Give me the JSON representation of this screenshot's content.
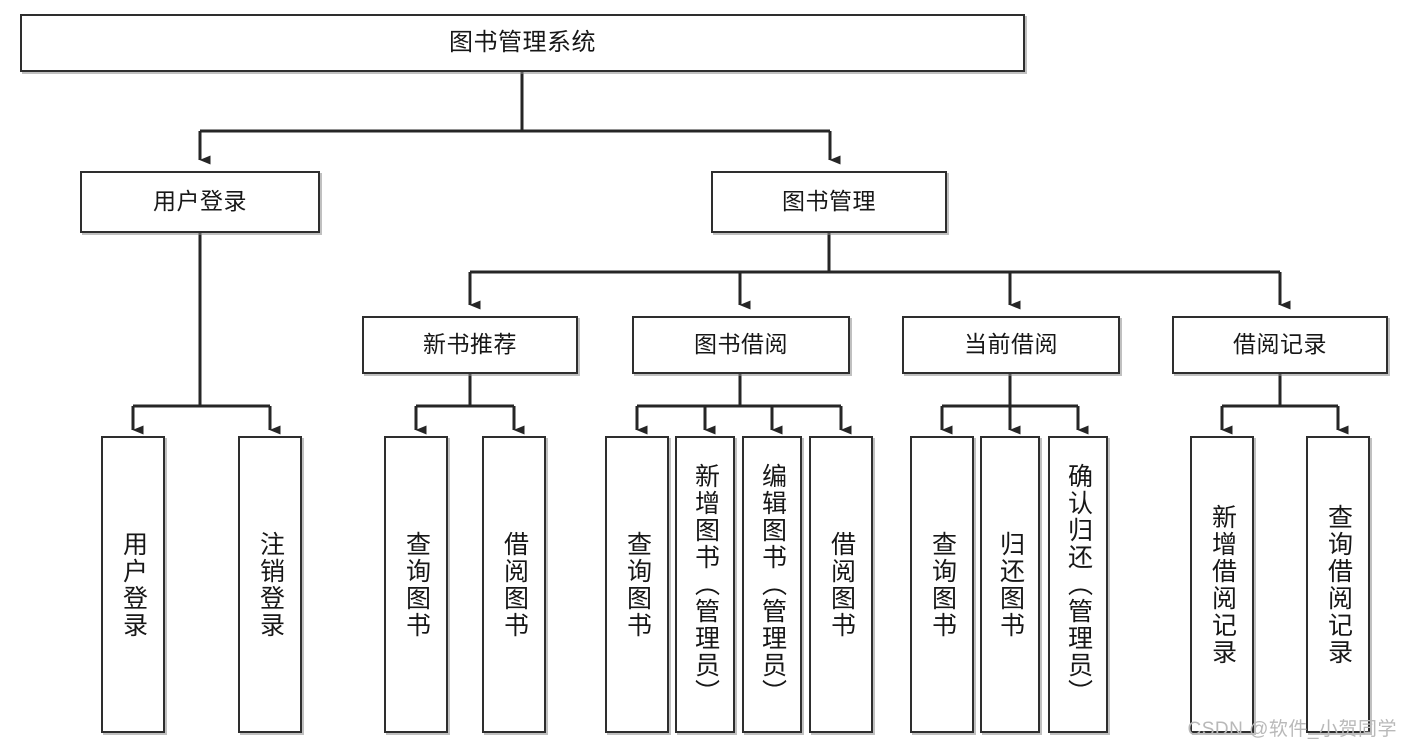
{
  "diagram": {
    "title": "图书管理系统",
    "type": "hierarchy-tree",
    "levels": 4,
    "root": {
      "id": "root",
      "label": "图书管理系统"
    },
    "level2": [
      {
        "id": "user-login",
        "label": "用户登录"
      },
      {
        "id": "book-management",
        "label": "图书管理"
      }
    ],
    "level3": [
      {
        "id": "new-book-recommend",
        "label": "新书推荐",
        "parent": "book-management"
      },
      {
        "id": "book-borrow",
        "label": "图书借阅",
        "parent": "book-management"
      },
      {
        "id": "current-borrow",
        "label": "当前借阅",
        "parent": "book-management"
      },
      {
        "id": "borrow-record",
        "label": "借阅记录",
        "parent": "book-management"
      }
    ],
    "leaves": [
      {
        "id": "leaf-user-login",
        "label": "用户登录",
        "parent": "user-login"
      },
      {
        "id": "leaf-logout-login",
        "label": "注销登录",
        "parent": "user-login"
      },
      {
        "id": "leaf-query-book-1",
        "label": "查询图书",
        "parent": "new-book-recommend"
      },
      {
        "id": "leaf-borrow-book-1",
        "label": "借阅图书",
        "parent": "new-book-recommend"
      },
      {
        "id": "leaf-query-book-2",
        "label": "查询图书",
        "parent": "book-borrow"
      },
      {
        "id": "leaf-add-book",
        "label": "新增图书（管理员）",
        "parent": "book-borrow"
      },
      {
        "id": "leaf-edit-book",
        "label": "编辑图书（管理员）",
        "parent": "book-borrow"
      },
      {
        "id": "leaf-borrow-book-2",
        "label": "借阅图书",
        "parent": "book-borrow"
      },
      {
        "id": "leaf-query-book-3",
        "label": "查询图书",
        "parent": "current-borrow"
      },
      {
        "id": "leaf-return-book",
        "label": "归还图书",
        "parent": "current-borrow"
      },
      {
        "id": "leaf-confirm-return",
        "label": "确认归还（管理员）",
        "parent": "current-borrow"
      },
      {
        "id": "leaf-add-record",
        "label": "新增借阅记录",
        "parent": "borrow-record"
      },
      {
        "id": "leaf-query-record",
        "label": "查询借阅记录",
        "parent": "borrow-record"
      }
    ],
    "colors": {
      "box_border": "#2e2e2e",
      "box_fill": "#ffffff",
      "connector": "#262626",
      "text": "#171717",
      "watermark": "#b9b9b9"
    }
  },
  "watermark": {
    "text": "CSDN @软件_小贺同学"
  }
}
